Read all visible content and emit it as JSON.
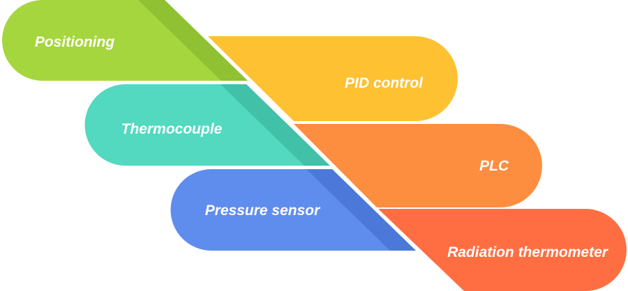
{
  "pills": [
    {
      "label": "Positioning",
      "color": "#a6d63e",
      "shade": "#8fc132",
      "side": "left"
    },
    {
      "label": "PID control",
      "color": "#fdc132",
      "shade": "#e9ac20",
      "side": "right"
    },
    {
      "label": "Thermocouple",
      "color": "#52d9c0",
      "shade": "#41c1a8",
      "side": "left"
    },
    {
      "label": "PLC",
      "color": "#fe8e3f",
      "shade": "#eb7b2d",
      "side": "right"
    },
    {
      "label": "Pressure sensor",
      "color": "#5f8ded",
      "shade": "#4b78d9",
      "side": "left"
    },
    {
      "label": "Radiation thermometer",
      "color": "#fe6e42",
      "shade": "#ea5c30",
      "side": "right"
    }
  ]
}
